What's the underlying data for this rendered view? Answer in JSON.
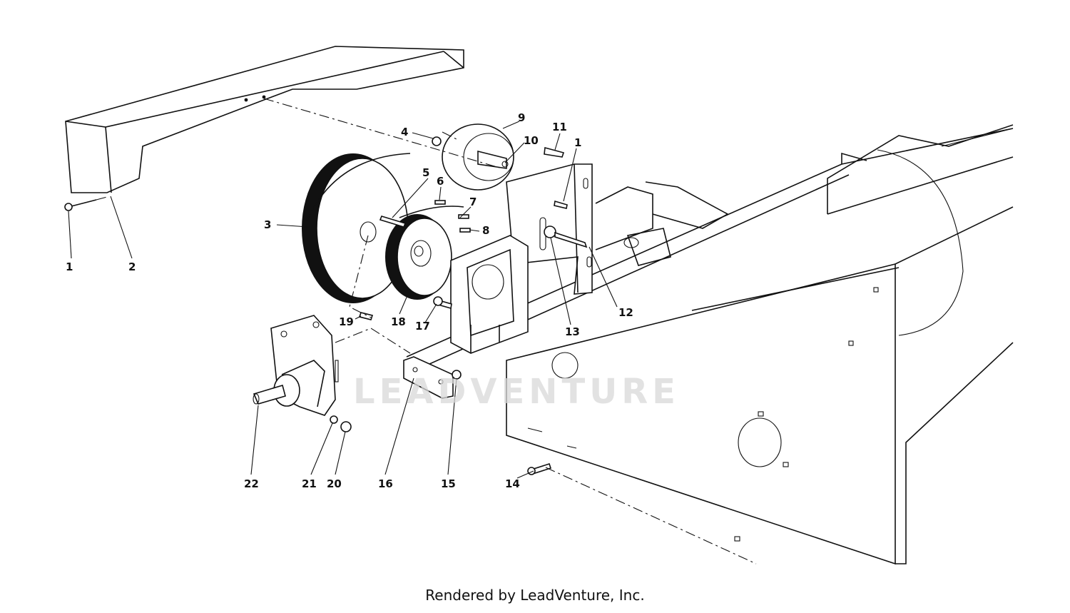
{
  "watermark": "LEADVENTURE",
  "credit": "Rendered by LeadVenture, Inc.",
  "callouts": [
    {
      "id": "1a",
      "text": "1"
    },
    {
      "id": "2",
      "text": "2"
    },
    {
      "id": "3",
      "text": "3"
    },
    {
      "id": "4",
      "text": "4"
    },
    {
      "id": "5",
      "text": "5"
    },
    {
      "id": "6",
      "text": "6"
    },
    {
      "id": "7",
      "text": "7"
    },
    {
      "id": "8",
      "text": "8"
    },
    {
      "id": "9",
      "text": "9"
    },
    {
      "id": "10",
      "text": "10"
    },
    {
      "id": "11",
      "text": "11"
    },
    {
      "id": "1b",
      "text": "1"
    },
    {
      "id": "12",
      "text": "12"
    },
    {
      "id": "13",
      "text": "13"
    },
    {
      "id": "14",
      "text": "14"
    },
    {
      "id": "15",
      "text": "15"
    },
    {
      "id": "16",
      "text": "16"
    },
    {
      "id": "17",
      "text": "17"
    },
    {
      "id": "18",
      "text": "18"
    },
    {
      "id": "19",
      "text": "19"
    },
    {
      "id": "20",
      "text": "20"
    },
    {
      "id": "21",
      "text": "21"
    },
    {
      "id": "22",
      "text": "22"
    }
  ]
}
